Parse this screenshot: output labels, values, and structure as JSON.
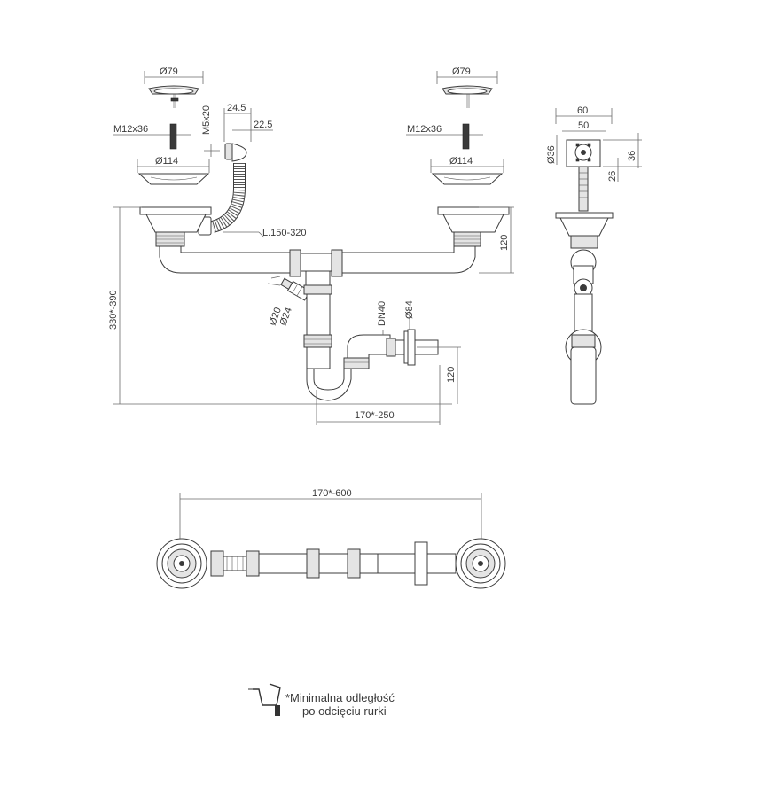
{
  "dimensions": {
    "strainer_cap_left": "Ø79",
    "strainer_cap_right": "Ø79",
    "screw_left": "M12x36",
    "screw_right": "M12x36",
    "strainer_body_left": "Ø114",
    "strainer_body_right": "Ø114",
    "overflow_screw": "M5x20",
    "overflow_width_a": "24.5",
    "overflow_width_b": "22.5",
    "hose_length": "L.150-320",
    "drop_height": "120",
    "total_height": "330*-390",
    "connector_d20": "Ø20",
    "connector_d24": "Ø24",
    "pipe_dn": "DN40",
    "rosette_d": "Ø84",
    "trap_height": "120",
    "trap_width": "170*-250",
    "side_width_a": "60",
    "side_width_b": "50",
    "side_d36": "Ø36",
    "side_h36": "36",
    "side_h26": "26",
    "plan_span": "170*-600"
  },
  "footnote": {
    "line1": "*Minimalna odległość",
    "line2": "po odcięciu rurki",
    "icon": "hacksaw-icon"
  }
}
